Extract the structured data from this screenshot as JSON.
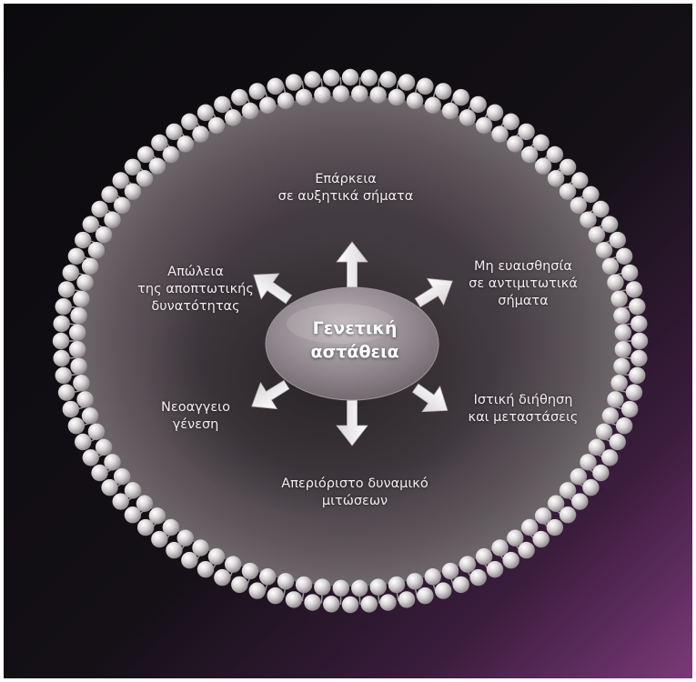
{
  "center": {
    "line1": "Γενετική",
    "line2": "αστάθεια"
  },
  "labels": {
    "top": {
      "line1": "Επάρκεια",
      "line2": "σε αυξητικά σήματα"
    },
    "upper_right": {
      "line1": "Μη ευαισθησία",
      "line2": "σε αντιμιτωτικά",
      "line3": "σήματα"
    },
    "lower_right": {
      "line1": "Ιστική διήθηση",
      "line2": "και μεταστάσεις"
    },
    "bottom": {
      "line1": "Απεριόριστο δυναμικό",
      "line2": "μιτώσεων"
    },
    "lower_left": {
      "line1": "Νεοαγγειο",
      "line2": "γένεση"
    },
    "upper_left": {
      "line1": "Απώλεια",
      "line2": "της αποπτωτικής",
      "line3": "δυνατότητας"
    }
  },
  "colors": {
    "background_dark": "#0b0a0d",
    "background_purple": "#7a3a78",
    "membrane_bead": "#d8d4d6",
    "text": "#f2ecf1"
  }
}
